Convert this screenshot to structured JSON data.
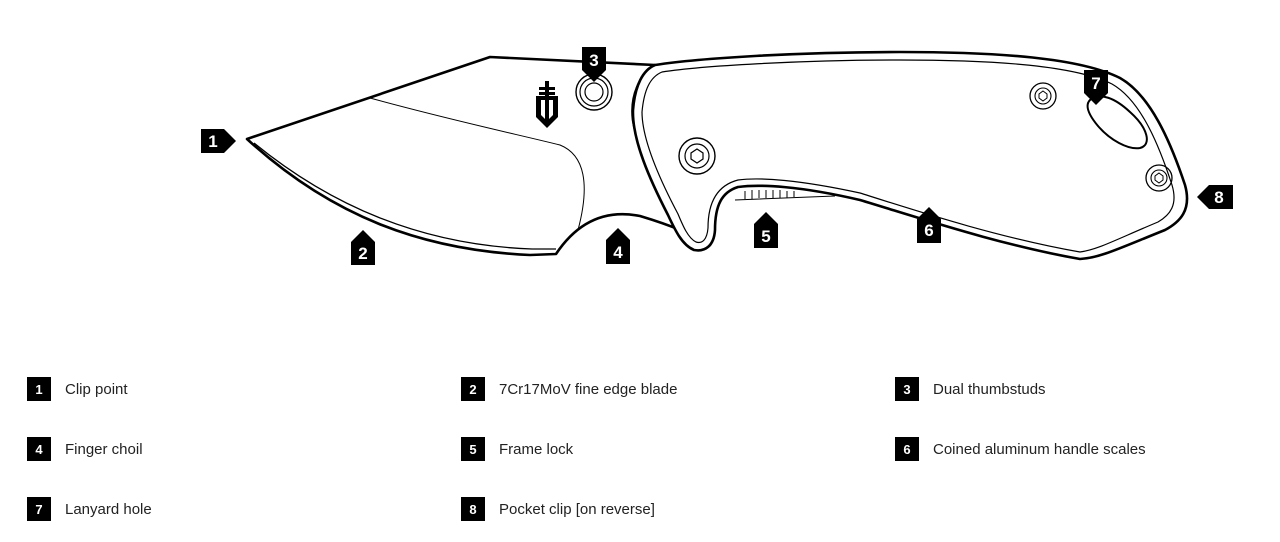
{
  "callouts": [
    {
      "num": "1",
      "label": "Clip point"
    },
    {
      "num": "2",
      "label": "7Cr17MoV fine edge blade"
    },
    {
      "num": "3",
      "label": "Dual thumbstuds"
    },
    {
      "num": "4",
      "label": "Finger choil"
    },
    {
      "num": "5",
      "label": "Frame lock"
    },
    {
      "num": "6",
      "label": "Coined aluminum handle scales"
    },
    {
      "num": "7",
      "label": "Lanyard hole"
    },
    {
      "num": "8",
      "label": "Pocket clip [on reverse]"
    }
  ],
  "colors": {
    "ink": "#000000",
    "background": "#ffffff",
    "text": "#222222"
  },
  "icons": {
    "logo": "gerber-logo-icon"
  }
}
